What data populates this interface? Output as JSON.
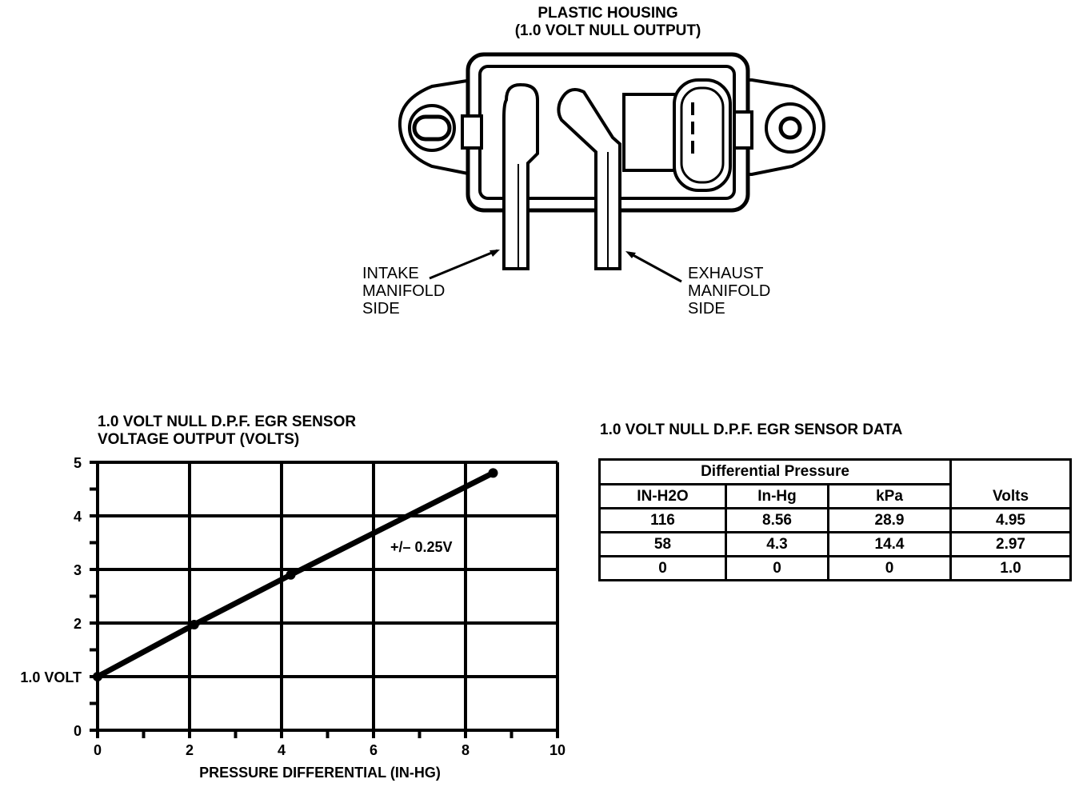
{
  "diagram": {
    "housing_title_line1": "PLASTIC HOUSING",
    "housing_title_line2": "(1.0 VOLT NULL OUTPUT)",
    "intake_label": [
      "INTAKE",
      "MANIFOLD",
      "SIDE"
    ],
    "exhaust_label": [
      "EXHAUST",
      "MANIFOLD",
      "SIDE"
    ]
  },
  "chart_data": {
    "type": "line",
    "title": "1.0 VOLT NULL D.P.F. EGR SENSOR",
    "subtitle": "VOLTAGE OUTPUT (VOLTS)",
    "xlabel": "PRESSURE DIFFERENTIAL (IN-HG)",
    "ylabel": "",
    "xlim": [
      0,
      10
    ],
    "ylim": [
      0,
      5
    ],
    "x_ticks": [
      "0",
      "2",
      "4",
      "6",
      "8",
      "10"
    ],
    "y_ticks": [
      "0",
      "1.0 VOLT",
      "2",
      "3",
      "4",
      "5"
    ],
    "grid": true,
    "series": [
      {
        "x": [
          0,
          2.1,
          4.2,
          8.6
        ],
        "y": [
          1.0,
          1.97,
          2.9,
          4.8
        ]
      }
    ],
    "annotation": "+/– 0.25V"
  },
  "table": {
    "title": "1.0 VOLT NULL D.P.F. EGR SENSOR DATA",
    "group_header": "Differential Pressure",
    "columns": [
      "IN-H2O",
      "In-Hg",
      "kPa"
    ],
    "volts_header": "Volts",
    "rows": [
      [
        "116",
        "8.56",
        "28.9",
        "4.95"
      ],
      [
        "58",
        "4.3",
        "14.4",
        "2.97"
      ],
      [
        "0",
        "0",
        "0",
        "1.0"
      ]
    ]
  }
}
